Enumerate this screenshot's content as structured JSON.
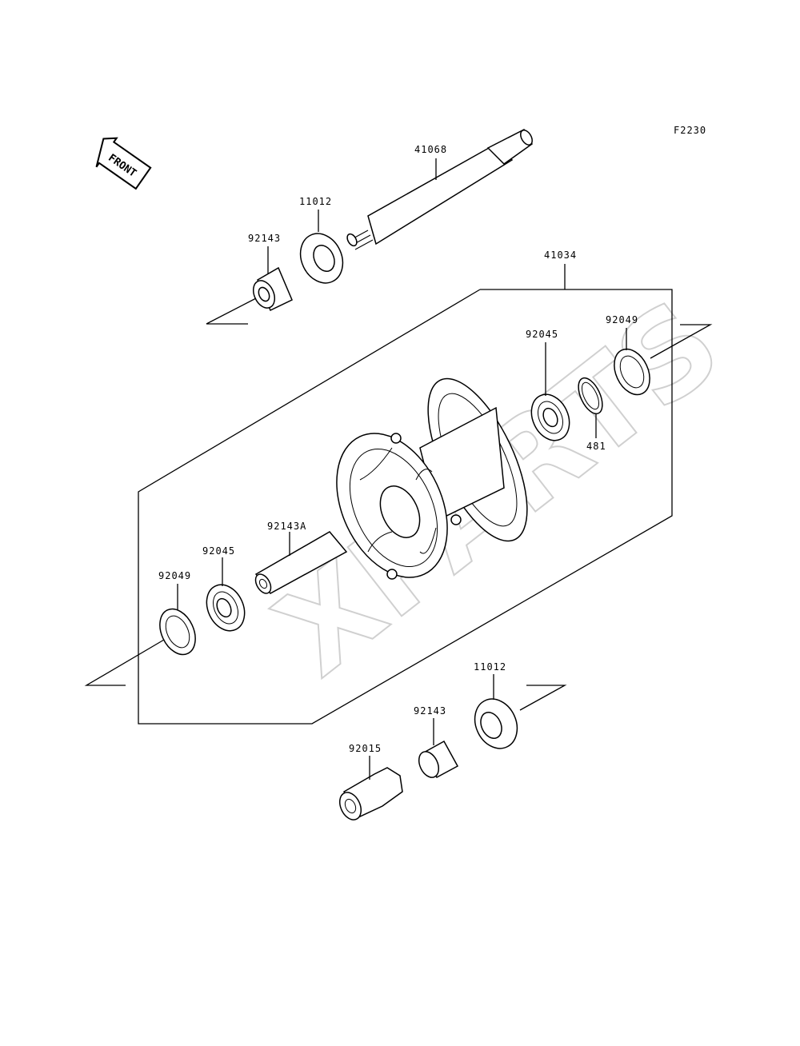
{
  "diagram_code": "F2230",
  "front_marker": "FRONT",
  "watermark": "XPARTS",
  "labels": {
    "p41068": "41068",
    "p11012_top": "11012",
    "p92143_top": "92143",
    "p41034": "41034",
    "p92049_right": "92049",
    "p92045_right": "92045",
    "p481": "481",
    "p92143A": "92143A",
    "p92045_left": "92045",
    "p92049_left": "92049",
    "p11012_bottom": "11012",
    "p92143_bottom": "92143",
    "p92015": "92015"
  }
}
